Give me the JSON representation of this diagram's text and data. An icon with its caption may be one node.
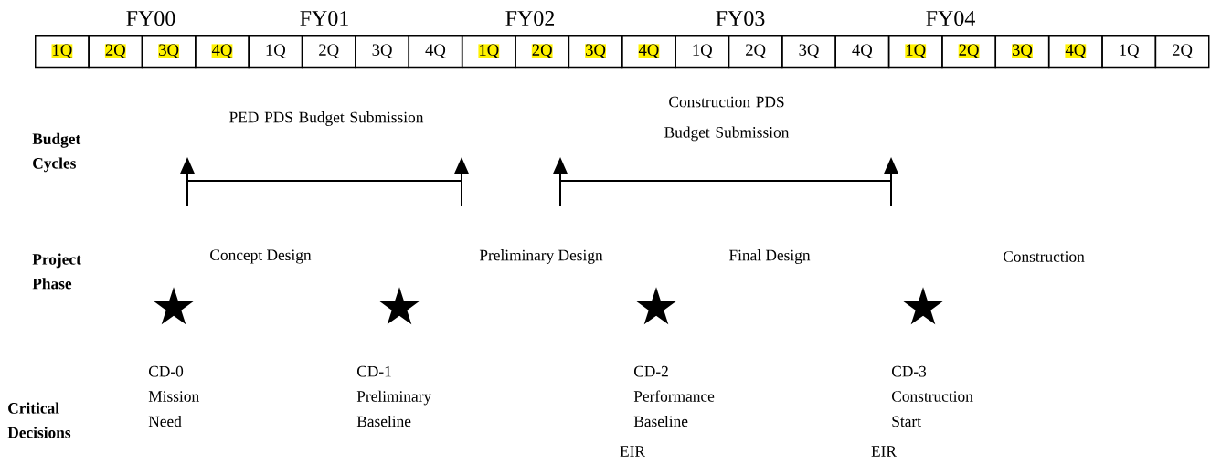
{
  "diagram": {
    "labels": [
      "FY00",
      "FY01",
      "FY02",
      "FY03",
      "FY04",
      "1Q",
      "2Q",
      "3Q",
      "4Q",
      "1Q",
      "2Q",
      "3Q",
      "4Q",
      "1Q",
      "2Q",
      "3Q",
      "4Q",
      "1Q",
      "2Q",
      "3Q",
      "4Q",
      "1Q",
      "2Q",
      "3Q",
      "4Q",
      "1Q",
      "2Q",
      "PED PDS Budget Submission",
      "Construction PDS Budget Submission",
      "Budget Cycles",
      "Project Phase",
      "Concept Design",
      "Preliminary Design",
      "Final Design",
      "Construction",
      "Critical Decisions",
      "CD-0 Mission Need",
      "CD-1 Preliminary Baseline",
      "CD-2 Performance Baseline",
      "CD-3 Construction Start",
      "EIR",
      "EIR"
    ]
  }
}
